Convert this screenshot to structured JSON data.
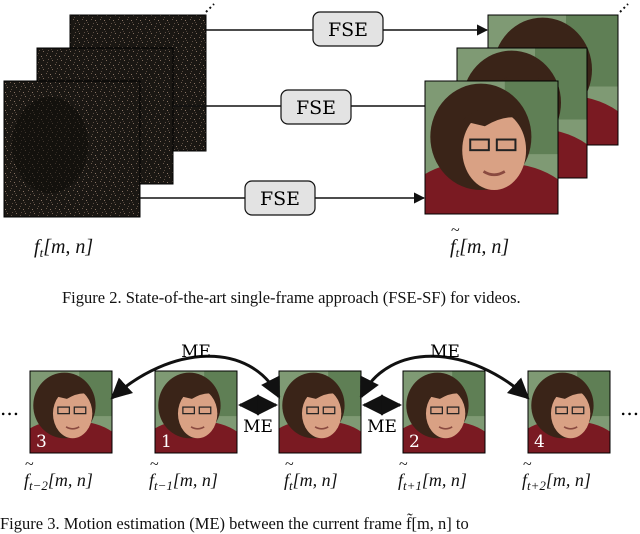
{
  "figure2": {
    "fse_label": "FSE",
    "input_label": {
      "f": "f",
      "sub": "t",
      "args": "[m, n]"
    },
    "output_label": {
      "f": "f",
      "sub": "t",
      "args": "[m, n]"
    },
    "caption": "Figure 2.   State-of-the-art single-frame approach (FSE-SF) for videos."
  },
  "figure3": {
    "me_label": "ME",
    "ellipsis": "...",
    "frames": [
      {
        "number": "3",
        "sub": "t−2",
        "args": "[m, n]"
      },
      {
        "number": "1",
        "sub": "t−1",
        "args": "[m, n]"
      },
      {
        "number": "",
        "sub": "t",
        "args": "[m, n]"
      },
      {
        "number": "2",
        "sub": "t+1",
        "args": "[m, n]"
      },
      {
        "number": "4",
        "sub": "t+2",
        "args": "[m, n]"
      }
    ],
    "f": "f",
    "caption_partial": "Figure 3.   Motion estimation (ME) between the current frame f̃[m, n] to"
  }
}
